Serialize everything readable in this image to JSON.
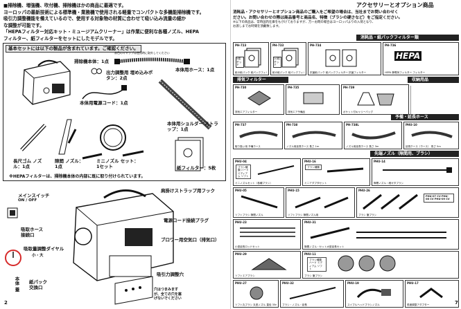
{
  "left_page": {
    "intro": [
      "■掃除機、増強機、吹付機、掃除機ほかの商品に最適です。",
      "ヨーロッパの最新技術による標準機・業務機で使用される軽量でコンパクトな多機能掃除機です。",
      "吸引力調整機能を備えているので、使用する対象物の材質に合わせて吸い込み流量の細か",
      "な調整が可能です。",
      "「HEPAフィルター対応キット・ミュージアムクリーナー」は作業に便利な各種ノズル、HEPA",
      "フィルター、紙フィルターをセットにしたモデルです。"
    ],
    "basic_set_header": "基本セットには以下の製品が含まれています。ご確認ください。",
    "cap_note": "赤色のキャップは使用時に取外してください",
    "labels": {
      "main_body": "掃除機本体：1点",
      "hose": "本体用ホース：1点",
      "cap": "出力調整用 埋め込みボタン：2点",
      "power_cord": "本体用電源コード：1点",
      "shoulder_strap": "本体用ショルダー ストラップ：1点",
      "long_nozzle": "長尺ゴム ノズル：1点",
      "gap_nozzle": "隙間 ノズル：1点",
      "mini_nozzle": "ミニノズル セット：1セット",
      "paper_filter": "紙フィルター：5枚"
    },
    "hepa_note": "※HEPAフィルターは、掃除機本体の内部に既に取り付けられています。",
    "callouts": {
      "main_switch": "メインスイッチ",
      "on_off": "ON / OFF",
      "strap_hook": "肩掛けストラップ用フック",
      "power_plug": "電源コード接続プラグ",
      "hose_port": "吸取ホース 接続口",
      "blower_port": "ブロワー用空気口（排気口）",
      "suction_dial": "吸取量調整ダイヤル",
      "dial_scale": "小・大",
      "paper_pack": "紙パック 交換口",
      "body_label": "本体 蓋",
      "suction_hole": "吸引力調整穴",
      "hole_note": "穴はつまみますが、全ての穴を塞げないでください"
    },
    "page_number": "2"
  },
  "right_page": {
    "title": "アクセサリーとオプション商品",
    "intro": [
      "消耗品・アクセサリーとオプション商品のご購入をご希望の場合は、当社までお問い合わせく",
      "ださい。お問い合わせの際は商品番号と商品名、特徴（ブラシの硬さなど）をご指定ください。",
      "※以下の商品は、常時国内在庫をもがけておりますが、万一お問の場合はヨーロッパよりの入荷となり、",
      "お渡しまでお時間を頂戴致します。"
    ],
    "sections": {
      "consumables": "消耗品・紙パックフィルター類",
      "exhaust_filter": "排気フィルター",
      "storage": "収納用品",
      "extension_hose": "予備・延長ホース",
      "nozzles": "先端ノズル（隙間用、ブラシ）"
    },
    "items": [
      {
        "code": "PH-723",
        "caption": "紙の紙パック 紙パックフィルター",
        "note": "5枚 セット"
      },
      {
        "code": "PH-733",
        "caption": "紙の紙パック 紙パックフィルター",
        "note": "10枚 セット"
      },
      {
        "code": "PH-734",
        "caption": "抗菌紙パック 紙パックフィルター 抗菌フィルター",
        "note": ""
      },
      {
        "code": "PH-736",
        "caption": "HEPA 静電気フィルター フィルター",
        "note": "HEPA"
      },
      {
        "code": "PH-730",
        "caption": "排気エアフィルター",
        "note": ""
      },
      {
        "code": "PH-735",
        "caption": "排気エア予備品",
        "note": ""
      },
      {
        "code": "PH-739",
        "caption": "ポケット付キャリーバッグ",
        "note": ""
      },
      {
        "code": "PH-737",
        "caption": "取り扱い用 予備ホース",
        "note": ""
      },
      {
        "code": "PH-738",
        "caption": "ノズル用延長ホース 長さ 1m",
        "note": ""
      },
      {
        "code": "PH-738L",
        "caption": "ノズル用延長ホース 長さ 3m",
        "note": ""
      },
      {
        "code": "PHU-10",
        "caption": "延長ホース（ホース） 長さ 5m",
        "note": ""
      },
      {
        "code": "PHU-04",
        "caption": "ミニノズルセット（各種ブラシ）",
        "note": "ブラシ種類 ハード ミディアム ソフト"
      },
      {
        "code": "PHU-16",
        "caption": "ミニアダプタセット",
        "note": "ブラシ種類"
      },
      {
        "code": "PHU-14",
        "caption": "隙間ノズル・細ガタブラシ",
        "note": ""
      },
      {
        "code": "PHU-05",
        "caption": "ソフトブラシ 隙間ノズル",
        "note": ""
      },
      {
        "code": "PHU-15",
        "caption": "ソフトブラシ 隙間ノズル用",
        "note": ""
      },
      {
        "code": "PHU-26",
        "caption": "ブラシ 筆ブラシ",
        "note": "PHU-07 CV PHU-08 CV PHU-09 CV"
      },
      {
        "code": "PHU-23",
        "caption": "小型延長ロッドセット",
        "note": ""
      },
      {
        "code": "PHU-31",
        "caption": "隙間ノズル・セット大型延長セット",
        "note": ""
      },
      {
        "code": "PHU-29",
        "caption": "ソフトエアブラシ",
        "note": ""
      },
      {
        "code": "PHU-11",
        "caption": "ブラシ 筆ブラシ",
        "note": "ブラシ種類 ハード ミディアム ソフト"
      },
      {
        "code": "PHU-27",
        "caption": "ソフト丸ブラシ 丸型ノズル 直径 35mm",
        "note": ""
      },
      {
        "code": "PHU-32",
        "caption": "ブラシ・ノズル・延長",
        "note": ""
      },
      {
        "code": "PHU-19",
        "caption": "スイブルヘッドブラシノズル",
        "note": ""
      },
      {
        "code": "PHU-17",
        "caption": "角度調整アダプター",
        "note": ""
      }
    ],
    "page_number": "7"
  },
  "colors": {
    "ink": "#111111",
    "bar": "#222222",
    "dial": "#d62a2a",
    "hose": "#333333"
  }
}
